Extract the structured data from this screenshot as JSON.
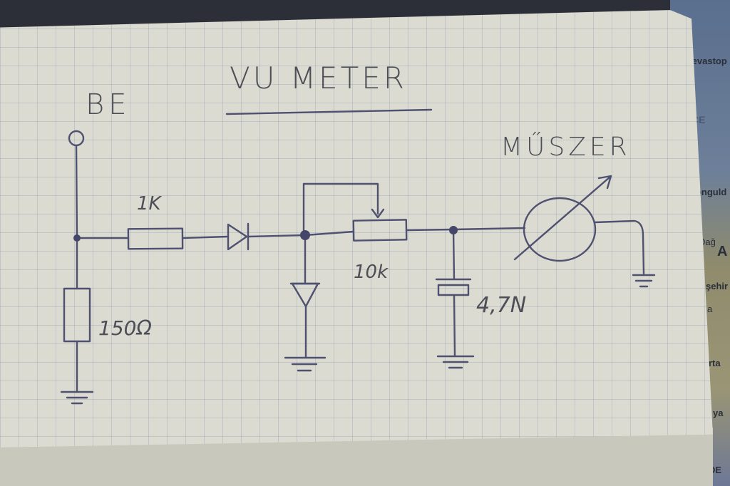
{
  "diagram": {
    "title": "VU METER",
    "input_label": "BE",
    "meter_label": "MŰSZER",
    "components": {
      "resistor_series": "1K",
      "resistor_shunt": "150Ω",
      "potentiometer": "10k",
      "capacitor": "4,7N"
    }
  },
  "map": {
    "labels": [
      "Sevastop",
      "CE",
      "Zonguld",
      "Dağ",
      "A",
      "şehir",
      "a",
      "rta",
      "ya",
      "DE"
    ]
  },
  "colors": {
    "ink": "#4d4e56",
    "paper": "#dcdbd1",
    "grid": "#8fa0b8"
  }
}
